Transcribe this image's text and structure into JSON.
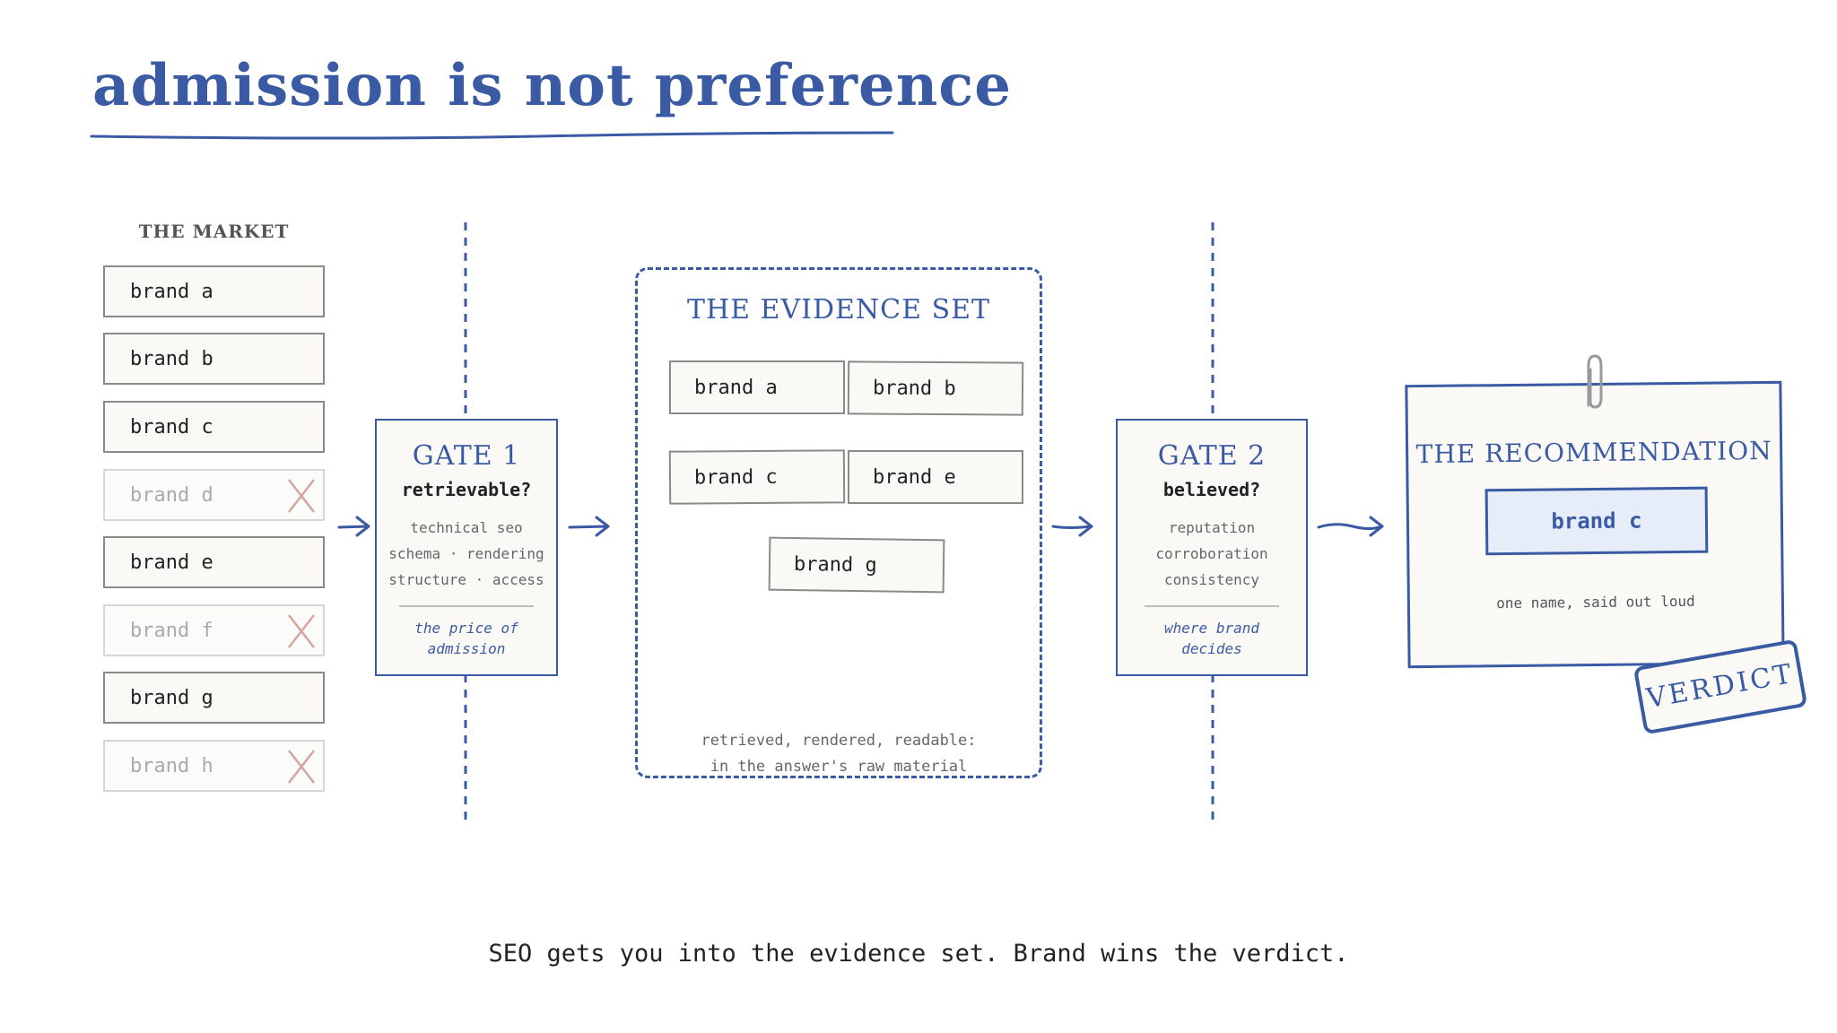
{
  "title": "admission is not preference",
  "market": {
    "label": "THE MARKET",
    "brands": [
      {
        "label": "brand a",
        "admitted": true
      },
      {
        "label": "brand b",
        "admitted": true
      },
      {
        "label": "brand c",
        "admitted": true
      },
      {
        "label": "brand d",
        "admitted": false
      },
      {
        "label": "brand e",
        "admitted": true
      },
      {
        "label": "brand f",
        "admitted": false
      },
      {
        "label": "brand g",
        "admitted": true
      },
      {
        "label": "brand h",
        "admitted": false
      }
    ]
  },
  "gate1": {
    "title": "GATE 1",
    "question": "retrievable?",
    "items": [
      "technical seo",
      "schema · rendering",
      "structure · access"
    ],
    "note_line1": "the price of",
    "note_line2": "admission"
  },
  "evidence": {
    "title": "THE EVIDENCE SET",
    "brands": [
      "brand a",
      "brand b",
      "brand c",
      "brand e",
      "brand g"
    ],
    "footer_line1": "retrieved, rendered, readable:",
    "footer_line2": "in the answer's raw material"
  },
  "gate2": {
    "title": "GATE 2",
    "question": "believed?",
    "items": [
      "reputation",
      "corroboration",
      "consistency"
    ],
    "note_line1": "where brand",
    "note_line2": "decides"
  },
  "recommendation": {
    "title": "THE RECOMMENDATION",
    "brand": "brand c",
    "note": "one name, said out loud"
  },
  "stamp": "VERDICT",
  "tagline": "SEO gets you into the evidence set. Brand wins the verdict.",
  "colors": {
    "accent": "#3a5ba3",
    "reject": "#d4a59c",
    "card_bg": "#faf9f5"
  }
}
